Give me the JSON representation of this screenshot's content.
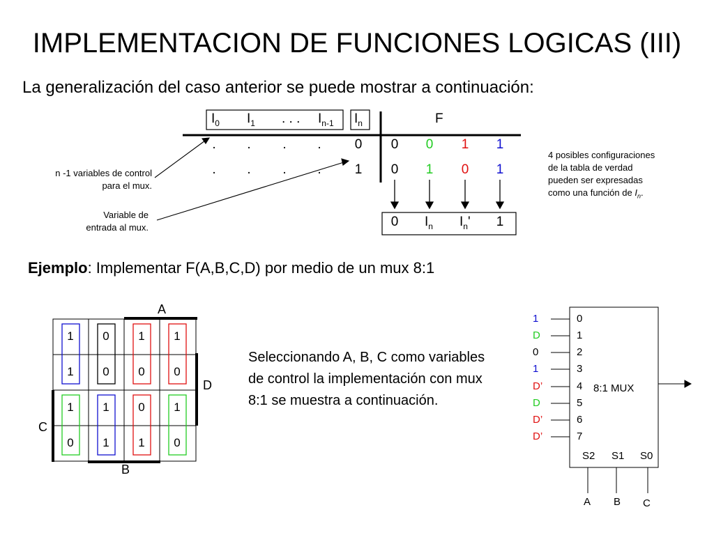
{
  "title": "IMPLEMENTACION DE FUNCIONES LOGICAS (III)",
  "subtitle": "La generalización del caso anterior se puede mostrar a continuación:",
  "truth_table": {
    "header_main": "I",
    "header_subs": [
      "0",
      "1",
      "n-1"
    ],
    "header_dots": ". . .",
    "header_in": "I",
    "header_in_sub": "n",
    "header_f": "F",
    "rows": [
      {
        "dots": [
          ".",
          ".",
          ".",
          "."
        ],
        "in": "0",
        "f": [
          "0",
          "0",
          "1",
          "1"
        ]
      },
      {
        "dots": [
          ".",
          ".",
          ".",
          "."
        ],
        "in": "1",
        "f": [
          "0",
          "1",
          "0",
          "1"
        ]
      }
    ],
    "f_colors": [
      "#000000",
      "#22cc22",
      "#e01010",
      "#1010d0"
    ],
    "result": [
      "0",
      "I",
      "I",
      "1"
    ],
    "result_subs": [
      "",
      "n",
      "n",
      ""
    ],
    "result_prime": "'"
  },
  "notes": {
    "control": [
      "n -1 variables de control",
      "para el mux."
    ],
    "input": [
      "Variable de",
      "entrada al mux."
    ],
    "config": [
      "4 posibles configuraciones",
      "de la tabla de verdad",
      "pueden ser expresadas",
      "como una función de "
    ],
    "config_var": "I",
    "config_var_sub": "n",
    "config_end": "."
  },
  "example": {
    "bold": "Ejemplo",
    "text": ": Implementar F(A,B,C,D) por medio de un mux 8:1"
  },
  "description": "Seleccionando A, B, C como variables de control la implementación con mux 8:1 se muestra a continuación.",
  "kmap": {
    "labels": {
      "A": "A",
      "B": "B",
      "C": "C",
      "D": "D"
    },
    "cells": [
      [
        "1",
        "0",
        "1",
        "1"
      ],
      [
        "1",
        "0",
        "0",
        "0"
      ],
      [
        "1",
        "1",
        "0",
        "1"
      ],
      [
        "0",
        "1",
        "1",
        "0"
      ]
    ],
    "column_box_colors": [
      {
        "top": "#1010d0",
        "bottom": "#22cc22"
      },
      {
        "top": "#000000",
        "bottom": "#1010d0"
      },
      {
        "top": "#e01010",
        "bottom": "#e01010"
      },
      {
        "top": "#e01010",
        "bottom": "#22cc22"
      }
    ]
  },
  "mux": {
    "title": "8:1 MUX",
    "inputs": [
      "0",
      "1",
      "2",
      "3",
      "4",
      "5",
      "6",
      "7"
    ],
    "input_values": [
      "1",
      "D",
      "0",
      "1",
      "D’",
      "D",
      "D’",
      "D’"
    ],
    "input_colors": [
      "#1010d0",
      "#22cc22",
      "#000000",
      "#1010d0",
      "#e01010",
      "#22cc22",
      "#e01010",
      "#e01010"
    ],
    "selects": [
      "S2",
      "S1",
      "S0"
    ],
    "select_vars": [
      "A",
      "B",
      "C"
    ]
  }
}
